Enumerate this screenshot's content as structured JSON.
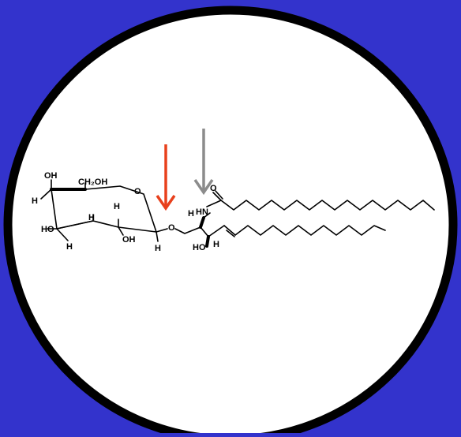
{
  "colors": {
    "background": "#3333cc",
    "circle_fill": "#ffffff",
    "circle_border": "#000000",
    "arrow_red": "#e8401c",
    "arrow_gray": "#8c8c8c"
  },
  "molecule": {
    "atoms": {
      "oh_top": "OH",
      "ch2oh": "CH₂OH",
      "h_c4": "H",
      "h_c5": "H",
      "h_c3": "H",
      "ho_c2": "HO",
      "h_bottom_left": "H",
      "oh_bottom": "OH",
      "ring_o": "O",
      "h_anomeric": "H",
      "glycosidic_o": "O",
      "h_c2": "H",
      "amide_n": "HN",
      "amide_h": "H",
      "carbonyl_o": "O",
      "ho_c3": "HO",
      "h_c3_sphingo": "H"
    }
  },
  "arrows": [
    {
      "id": "red",
      "color": "#e8401c",
      "target": "glycosidic bond"
    },
    {
      "id": "gray",
      "color": "#8c8c8c",
      "target": "amide bond"
    }
  ]
}
